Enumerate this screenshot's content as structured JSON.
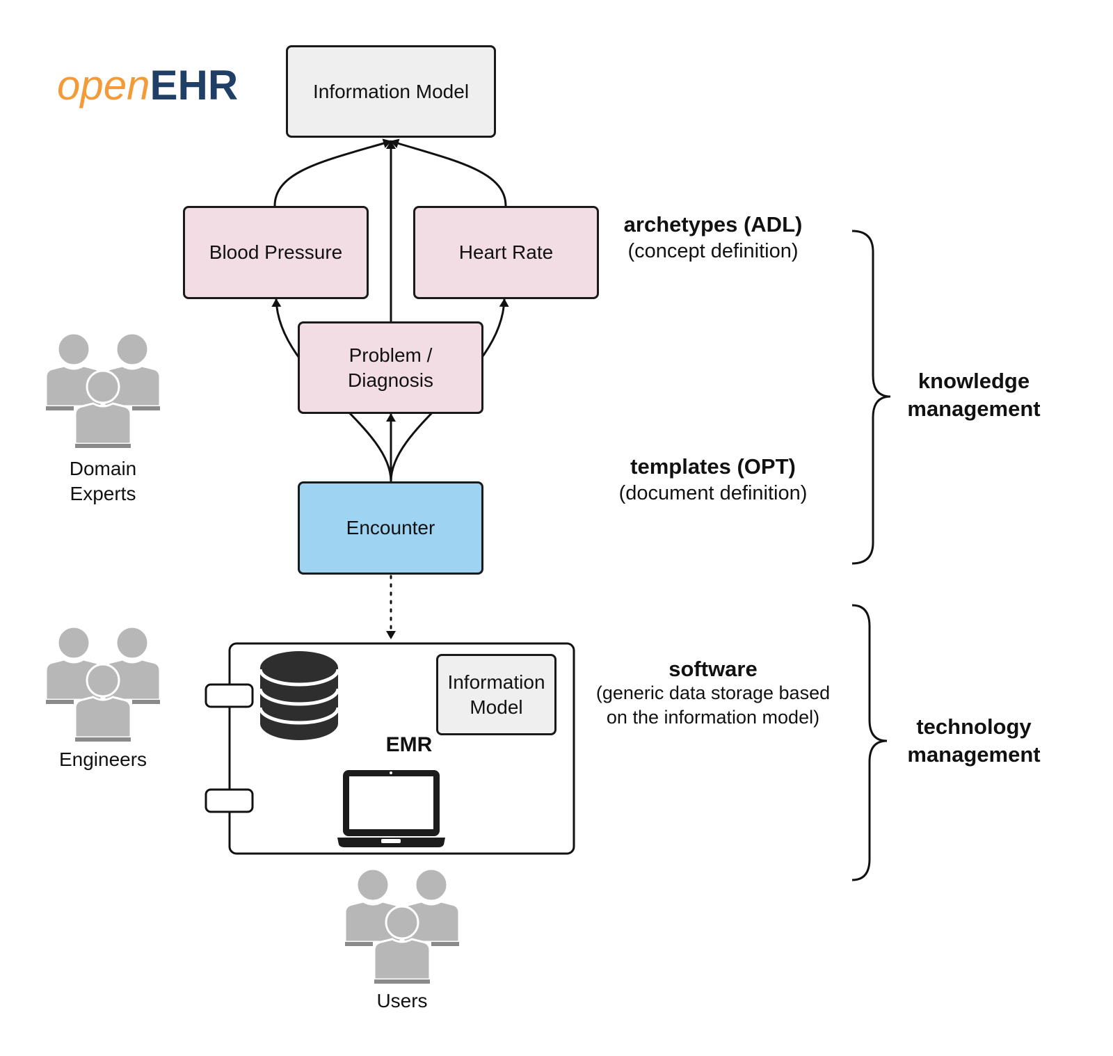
{
  "logo": {
    "open": "open",
    "ehr": "EHR"
  },
  "boxes": {
    "information_model": "Information Model",
    "blood_pressure": "Blood Pressure",
    "heart_rate": "Heart Rate",
    "problem_diagnosis_line1": "Problem /",
    "problem_diagnosis_line2": "Diagnosis",
    "encounter": "Encounter",
    "emr_info_model_line1": "Information",
    "emr_info_model_line2": "Model",
    "emr": "EMR"
  },
  "annotations": {
    "archetypes_title": "archetypes (ADL)",
    "archetypes_sub": "(concept definition)",
    "templates_title": "templates (OPT)",
    "templates_sub": "(document definition)",
    "software_title": "software",
    "software_sub1": "(generic data storage based",
    "software_sub2": "on the information model)"
  },
  "braces": {
    "knowledge_line1": "knowledge",
    "knowledge_line2": "management",
    "technology_line1": "technology",
    "technology_line2": "management"
  },
  "groups": {
    "domain_experts_line1": "Domain",
    "domain_experts_line2": "Experts",
    "engineers": "Engineers",
    "users": "Users"
  },
  "colors": {
    "info_model_fill": "#efefef",
    "archetype_fill": "#f2dde4",
    "encounter_fill": "#9ed3f1",
    "people_fill": "#b7b7b7",
    "logo_orange": "#f29b38",
    "logo_navy": "#1f3f66"
  },
  "icons": [
    "people-group-icon",
    "database-icon",
    "laptop-icon"
  ]
}
